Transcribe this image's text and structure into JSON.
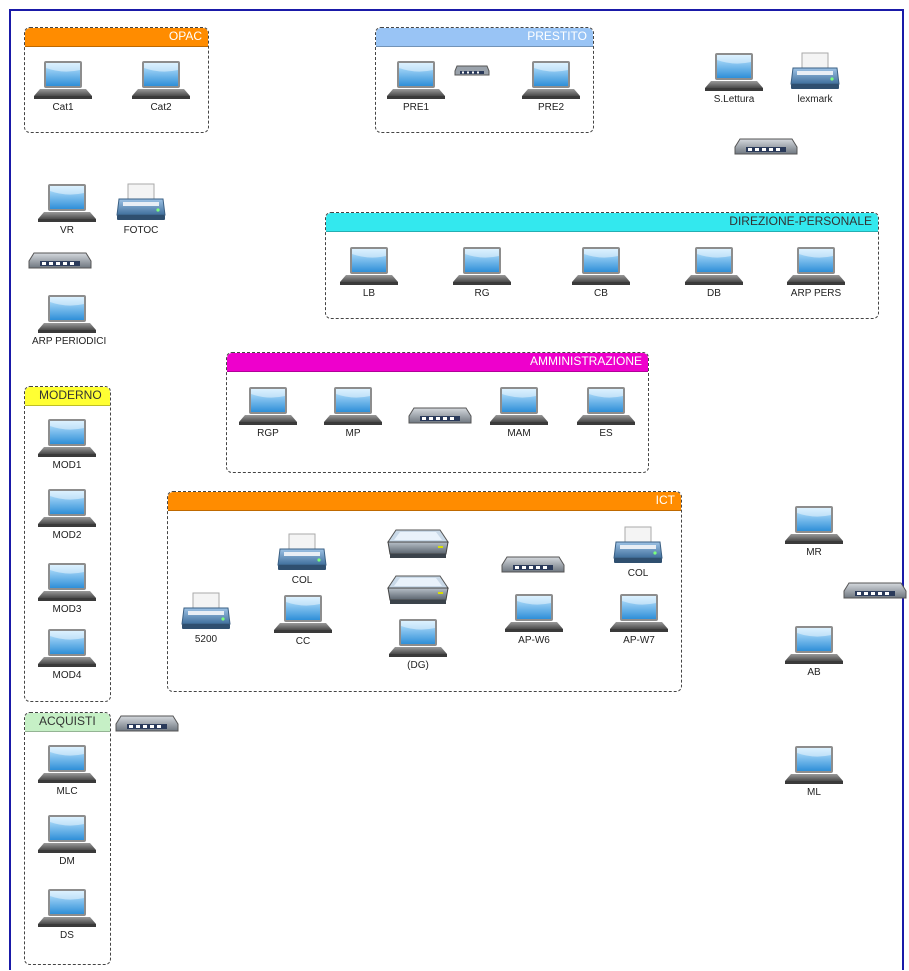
{
  "groups": {
    "opac": {
      "title": "OPAC",
      "color": "#ff8c00"
    },
    "prestito": {
      "title": "PRESTITO",
      "color": "#99c4f5"
    },
    "direzione": {
      "title": "DIREZIONE-PERSONALE",
      "color": "#33e8ee"
    },
    "amministrazione": {
      "title": "AMMINISTRAZIONE",
      "color": "#ee00cc"
    },
    "moderno": {
      "title": "MODERNO",
      "color": "#ffff33"
    },
    "ict": {
      "title": "ICT",
      "color": "#ff8c00"
    },
    "acquisti": {
      "title": "ACQUISTI",
      "color": "#c6f0c6"
    }
  },
  "devices": {
    "cat1": "Cat1",
    "cat2": "Cat2",
    "pre1": "PRE1",
    "pre2": "PRE2",
    "s_lettura": "S.Lettura",
    "lexmark": "lexmark",
    "vr": "VR",
    "fotoc": "FOTOC",
    "arp_periodici": "ARP PERIODICI",
    "lb": "LB",
    "rg": "RG",
    "cb": "CB",
    "db": "DB",
    "arp_pers": "ARP PERS",
    "rgp": "RGP",
    "mp": "MP",
    "mam": "MAM",
    "es": "ES",
    "mod1": "MOD1",
    "mod2": "MOD2",
    "mod3": "MOD3",
    "mod4": "MOD4",
    "col1": "COL",
    "col2": "COL",
    "p5200": "5200",
    "cc": "CC",
    "dg": "(DG)",
    "apw6": "AP-W6",
    "apw7": "AP-W7",
    "mr": "MR",
    "ab": "AB",
    "ml": "ML",
    "mlc": "MLC",
    "dm": "DM",
    "ds": "DS"
  },
  "icon_names": [
    "laptop-icon",
    "printer-icon",
    "network-switch-icon",
    "scanner-icon"
  ]
}
